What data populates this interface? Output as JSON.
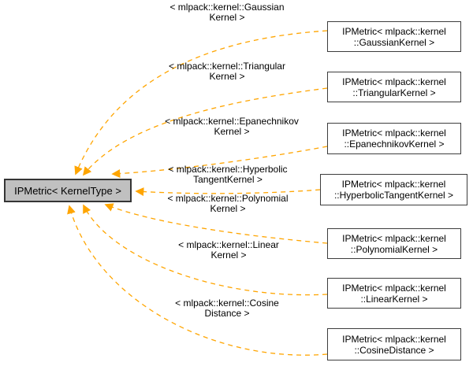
{
  "graph": {
    "background_color": "#ffffff",
    "edge_color": "#ffa500",
    "main_node": {
      "label": "IPMetric< KernelType >",
      "fill": "#c0c0c0"
    },
    "instantiations": [
      {
        "node_line1": "IPMetric< mlpack::kernel",
        "node_line2": "::GaussianKernel >",
        "edge_line1": "< mlpack::kernel::Gaussian",
        "edge_line2": "Kernel >"
      },
      {
        "node_line1": "IPMetric< mlpack::kernel",
        "node_line2": "::TriangularKernel >",
        "edge_line1": "< mlpack::kernel::Triangular",
        "edge_line2": "Kernel >"
      },
      {
        "node_line1": "IPMetric< mlpack::kernel",
        "node_line2": "::EpanechnikovKernel >",
        "edge_line1": "< mlpack::kernel::Epanechnikov",
        "edge_line2": "Kernel >"
      },
      {
        "node_line1": "IPMetric< mlpack::kernel",
        "node_line2": "::HyperbolicTangentKernel >",
        "edge_line1": "< mlpack::kernel::Hyperbolic",
        "edge_line2": "TangentKernel >"
      },
      {
        "node_line1": "IPMetric< mlpack::kernel",
        "node_line2": "::PolynomialKernel >",
        "edge_line1": "< mlpack::kernel::Polynomial",
        "edge_line2": "Kernel >"
      },
      {
        "node_line1": "IPMetric< mlpack::kernel",
        "node_line2": "::LinearKernel >",
        "edge_line1": "< mlpack::kernel::Linear",
        "edge_line2": "Kernel >"
      },
      {
        "node_line1": "IPMetric< mlpack::kernel",
        "node_line2": "::CosineDistance >",
        "edge_line1": "< mlpack::kernel::Cosine",
        "edge_line2": "Distance >"
      }
    ]
  }
}
